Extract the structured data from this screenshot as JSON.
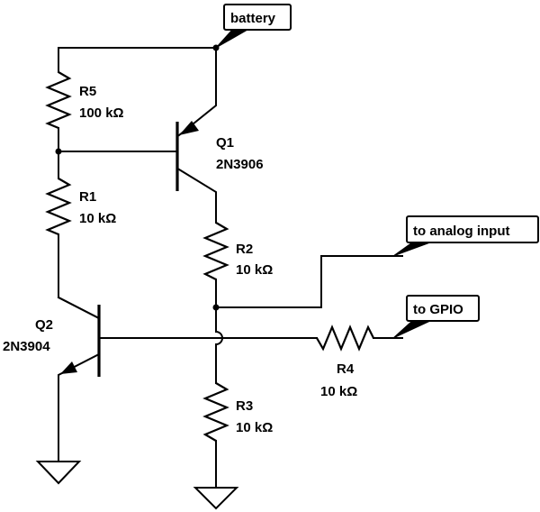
{
  "ports": {
    "battery": "battery",
    "analog": "to analog input",
    "gpio": "to GPIO"
  },
  "components": {
    "r5": {
      "ref": "R5",
      "value": "100 kΩ"
    },
    "r1": {
      "ref": "R1",
      "value": "10 kΩ"
    },
    "r2": {
      "ref": "R2",
      "value": "10 kΩ"
    },
    "r3": {
      "ref": "R3",
      "value": "10 kΩ"
    },
    "r4": {
      "ref": "R4",
      "value": "10 kΩ"
    },
    "q1": {
      "ref": "Q1",
      "part": "2N3906"
    },
    "q2": {
      "ref": "Q2",
      "part": "2N3904"
    }
  }
}
